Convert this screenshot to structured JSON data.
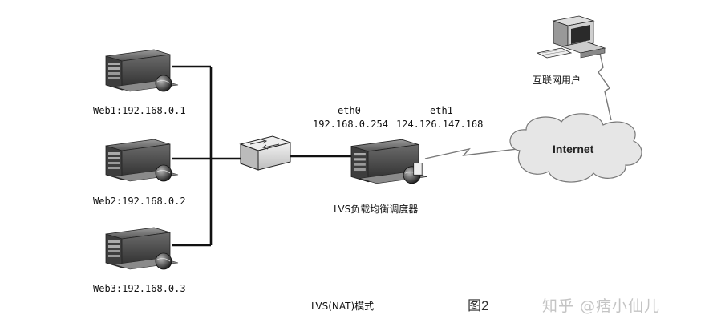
{
  "servers": [
    {
      "label": "Web1:192.168.0.1"
    },
    {
      "label": "Web2:192.168.0.2"
    },
    {
      "label": "Web3:192.168.0.3"
    }
  ],
  "lvs": {
    "label": "LVS负载均衡调度器",
    "eth0": {
      "name": "eth0",
      "ip": "192.168.0.254"
    },
    "eth1": {
      "name": "eth1",
      "ip": "124.126.147.168"
    }
  },
  "internet": {
    "label": "Internet"
  },
  "user": {
    "label": "互联网用户"
  },
  "caption": "LVS(NAT)模式",
  "figure_no": "图2",
  "watermark": "知乎 @痞小仙儿",
  "colors": {
    "line": "#111111",
    "server_body": "#5a5a5a",
    "cloud_fill": "#e4e4e4",
    "switch_fill": "#d9d9d9"
  }
}
